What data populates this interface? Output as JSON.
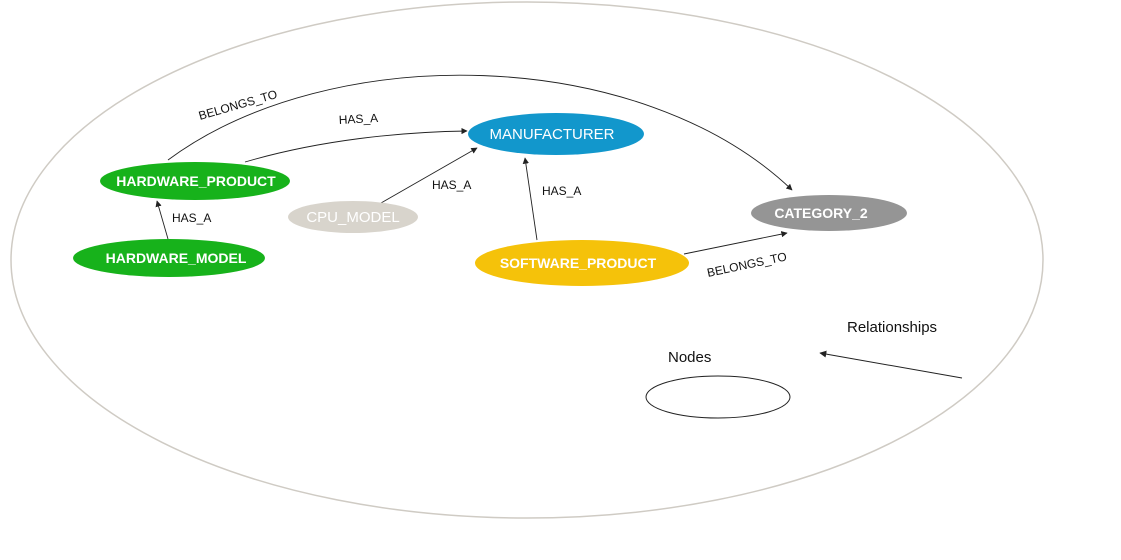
{
  "nodes": {
    "hardware_product": {
      "label": "HARDWARE_PRODUCT",
      "color": "#17b21b"
    },
    "hardware_model": {
      "label": "HARDWARE_MODEL",
      "color": "#17b21b"
    },
    "cpu_model": {
      "label": "CPU_MODEL",
      "color": "#d8d4cc"
    },
    "manufacturer": {
      "label": "MANUFACTURER",
      "color": "#1297cc"
    },
    "software_product": {
      "label": "SOFTWARE_PRODUCT",
      "color": "#f5c20a"
    },
    "category_2": {
      "label": "CATEGORY_2",
      "color": "#959595"
    }
  },
  "edges": {
    "hw_belongs_to": {
      "label": "BELONGS_TO",
      "from": "HARDWARE_PRODUCT",
      "to": "CATEGORY_2"
    },
    "hw_has_a": {
      "label": "HAS_A",
      "from": "HARDWARE_PRODUCT",
      "to": "MANUFACTURER"
    },
    "model_has_a": {
      "label": "HAS_A",
      "from": "HARDWARE_MODEL",
      "to": "HARDWARE_PRODUCT"
    },
    "cpu_has_a": {
      "label": "HAS_A",
      "from": "CPU_MODEL",
      "to": "MANUFACTURER"
    },
    "sw_has_a": {
      "label": "HAS_A",
      "from": "SOFTWARE_PRODUCT",
      "to": "MANUFACTURER"
    },
    "sw_belongs_to": {
      "label": "BELONGS_TO",
      "from": "SOFTWARE_PRODUCT",
      "to": "CATEGORY_2"
    }
  },
  "legend": {
    "nodes_label": "Nodes",
    "relationships_label": "Relationships"
  },
  "colors": {
    "boundary": "#cfcbc4",
    "edge": "#222222"
  }
}
